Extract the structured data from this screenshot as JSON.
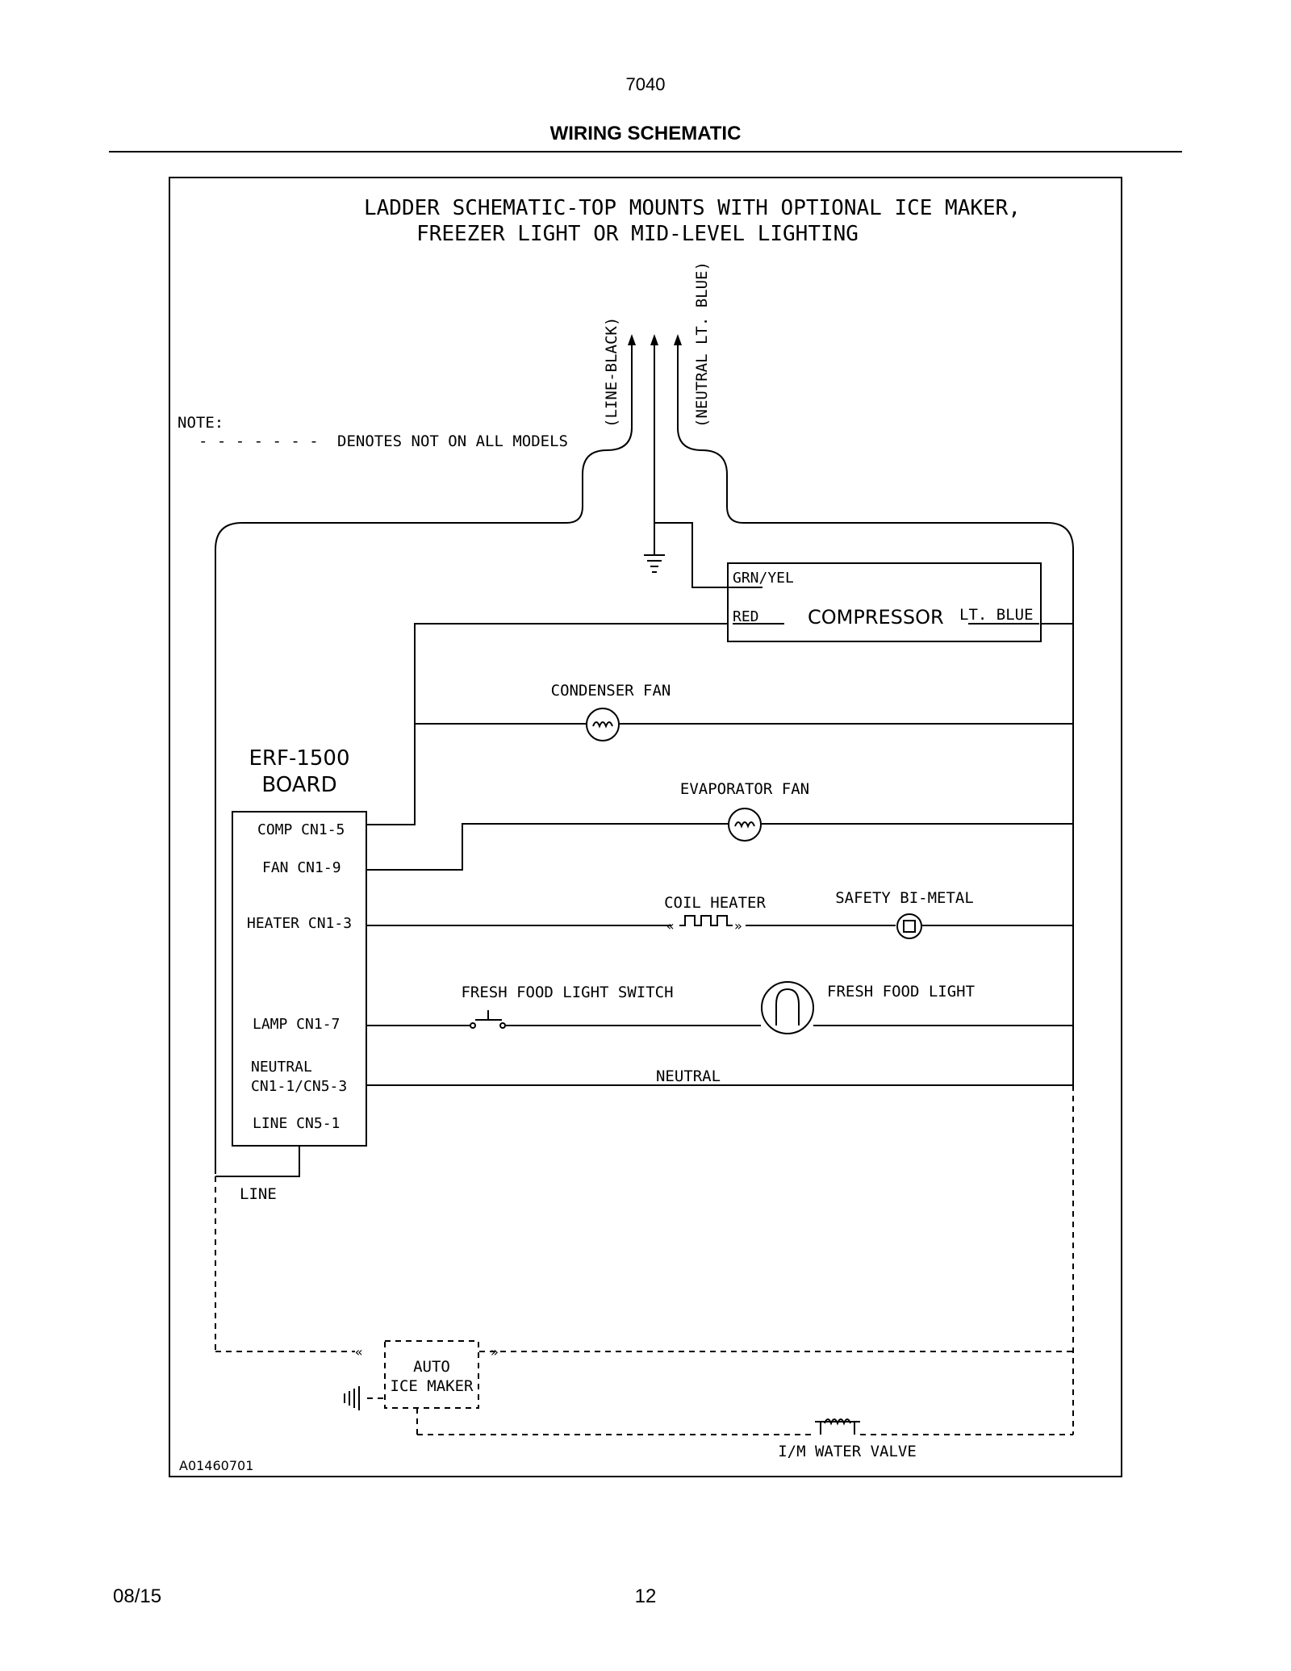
{
  "page": {
    "number_label": "7040",
    "heading": "WIRING SCHEMATIC",
    "footer_date": "08/15",
    "footer_page": "12"
  },
  "diagram": {
    "title_line1": "LADDER SCHEMATIC-TOP MOUNTS WITH OPTIONAL ICE MAKER,",
    "title_line2": "FREEZER LIGHT OR MID-LEVEL LIGHTING",
    "note_label": "NOTE:",
    "note_dashes": "- - - - - - -",
    "note_text": "DENOTES NOT ON ALL MODELS",
    "line_black": "(LINE-BLACK)",
    "neutral_blue": "(NEUTRAL LT. BLUE)",
    "grn_yel": "GRN/YEL",
    "red": "RED",
    "compressor": "COMPRESSOR",
    "lt_blue": "LT. BLUE",
    "condenser_fan": "CONDENSER FAN",
    "board_line1": "ERF-1500",
    "board_line2": "BOARD",
    "evaporator_fan": "EVAPORATOR FAN",
    "comp_pin": "COMP CN1-5",
    "fan_pin": "FAN CN1-9",
    "heater_pin": "HEATER CN1-3",
    "coil_heater": "COIL HEATER",
    "safety_bimetal": "SAFETY BI-METAL",
    "ff_light_switch": "FRESH FOOD LIGHT SWITCH",
    "ff_light": "FRESH FOOD LIGHT",
    "lamp_pin": "LAMP CN1-7",
    "neutral_pin1": "NEUTRAL",
    "neutral_pin2": "CN1-1/CN5-3",
    "neutral_wire": "NEUTRAL",
    "line_pin": "LINE CN5-1",
    "line_label": "LINE",
    "auto_label": "AUTO",
    "ice_maker_label": "ICE MAKER",
    "water_valve": "I/M WATER VALVE",
    "part_number": "A01460701"
  }
}
